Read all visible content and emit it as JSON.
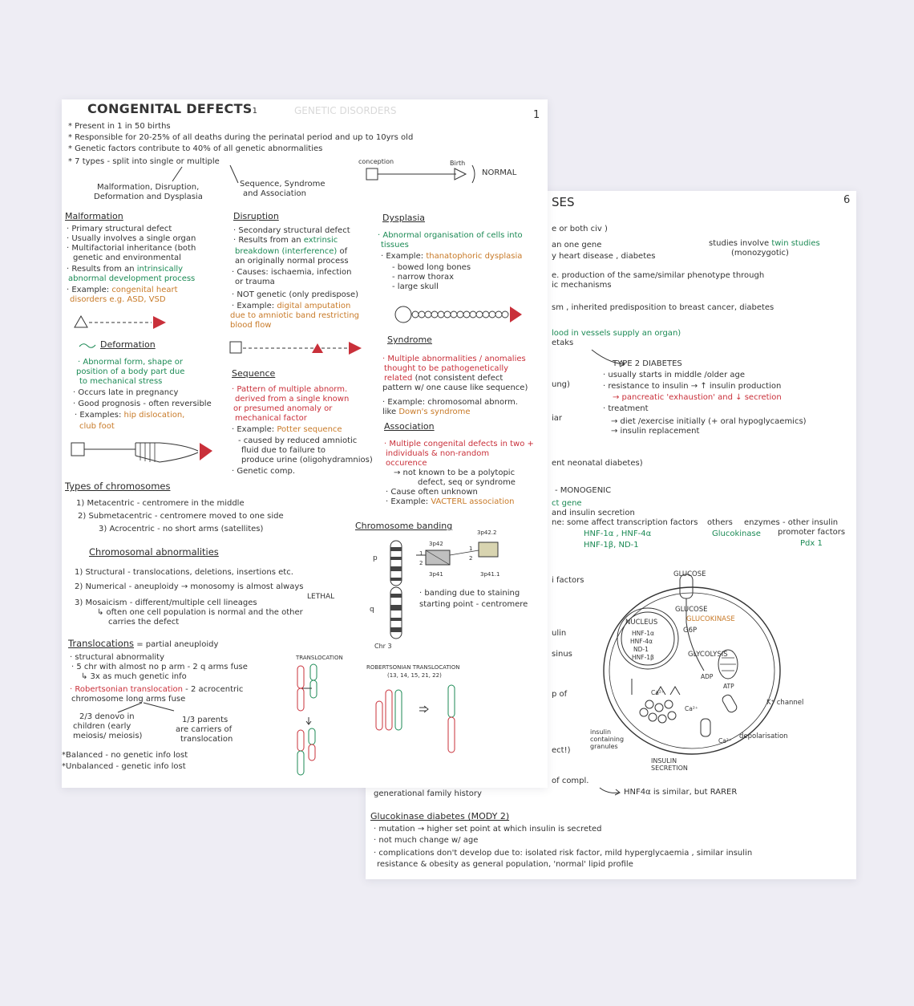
{
  "back": {
    "heading": "SES",
    "page_num": "6",
    "lines": [
      {
        "text": "e or both civ )",
        "c": ""
      },
      {
        "text": "an one gene",
        "c": ""
      },
      {
        "text": "y heart disease , diabetes",
        "c": ""
      },
      {
        "text": "e. production of the same/similar phenotype through",
        "c": ""
      },
      {
        "text": "ic mechanisms",
        "c": ""
      },
      {
        "text": "sm , inherited predisposition to breast cancer, diabetes",
        "c": ""
      },
      {
        "text": "lood in vessels supply an organ)",
        "c": "grn"
      },
      {
        "text": "etaks",
        "c": ""
      },
      {
        "text": "ung)",
        "c": ""
      },
      {
        "text": "iar",
        "c": ""
      },
      {
        "text": "ent neonatal diabetes)",
        "c": ""
      },
      {
        "text": "- MONOGENIC",
        "c": ""
      },
      {
        "text": "ct gene",
        "c": "grn"
      },
      {
        "text": "and insulin secretion",
        "c": ""
      },
      {
        "text": "ne: some affect transcription factors",
        "c": ""
      },
      {
        "text": "i factors",
        "c": ""
      },
      {
        "text": "ulin",
        "c": ""
      },
      {
        "text": "sinus",
        "c": ""
      },
      {
        "text": "p of",
        "c": ""
      },
      {
        "text": "ect!)",
        "c": ""
      },
      {
        "text": "of compl.",
        "c": ""
      }
    ],
    "twin": {
      "l1": "studies involve",
      "l1g": "twin studies",
      "l2": "(monozygotic)"
    },
    "t2d": {
      "title": "TYPE 2 DIABETES",
      "l1": "· usually starts in middle /older age",
      "l2": "· resistance to insulin → ↑ insulin production",
      "l3": "→ pancreatic 'exhaustion' and ↓ secretion",
      "l4": "· treatment",
      "l5": "→ diet /exercise initially (+ oral hypoglycaemics)",
      "l6": "→ insulin replacement"
    },
    "factors": {
      "others": "others",
      "enzymes": "enzymes - other insulin",
      "promoter": "promoter factors",
      "hnf1": "HNF-1α , HNF-4α",
      "hnf2": "HNF-1β, ND-1",
      "glucokinase": "Glucokinase",
      "pdx": "Pdx 1"
    },
    "cell": {
      "glucose_top": "GLUCOSE",
      "glucose2": "GLUCOSE",
      "glucokinase": "GLUCOKINASE",
      "g6p": "G6P",
      "glycolysis": "GLYCOLYSIS",
      "nucleus": "NUCLEUS",
      "n1": "HNF-1α",
      "n2": "HNF-4α",
      "n3": "ND-1",
      "n4": "HNF-1β",
      "ca_stores": "Ca²⁺",
      "atp": "ATP",
      "adp": "ADP",
      "k_channel": "K⁺ channel",
      "ca1": "Ca²⁺",
      "ca2": "Ca²⁺",
      "depol": "depolarisation",
      "insulin_granules": "insulin containing granules",
      "insulin_secretion": "INSULIN SECRETION"
    },
    "bottom": {
      "l0": "generational family history",
      "arrow": "HNF4α is similar, but RARER",
      "gl_head": "Glucokinase diabetes (MODY 2)",
      "g1": "· mutation → higher set point at which insulin is secreted",
      "g2": "· not much change w/ age",
      "g3": "· complications don't develop due to: isolated risk factor, mild hyperglycaemia , similar insulin",
      "g4": "resistance & obesity as general population, 'normal' lipid profile"
    }
  },
  "front": {
    "title": "CONGENITAL DEFECTS",
    "title_sub": "1",
    "page_num": "1",
    "ghost_title": "GENETIC DISORDERS",
    "intro": [
      "* Present in 1 in 50 births",
      "* Responsible for 20-25% of all deaths during the perinatal period and up to 10yrs old",
      "* Genetic factors contribute to 40% of all genetic abnormalities",
      "* 7 types - split into single or multiple"
    ],
    "types_single": "Malformation, Disruption,",
    "types_single2": "Deformation and Dysplasia",
    "types_multi": "Sequence, Syndrome",
    "types_multi2": "and Association",
    "conception": "conception",
    "birth": "Birth",
    "normal": "NORMAL",
    "malformation": {
      "head": "Malformation",
      "l1": "· Primary structural defect",
      "l2": "· Usually involves a single organ",
      "l3": "· Multifactorial inheritance (both",
      "l4": "genetic and environmental",
      "l5": "· Results from an",
      "l5g": "intrinsically",
      "l6g": "abnormal development process",
      "l7": "· Example:",
      "l7o": "congenital heart",
      "l8o": "disorders e.g. ASD, VSD"
    },
    "disruption": {
      "head": "Disruption",
      "l1": "· Secondary structural defect",
      "l2": "· Results from an",
      "l2g": "extrinsic",
      "l3g": "breakdown (interference)",
      "l3": "of",
      "l4": "an originally normal process",
      "l5": "· Causes: ischaemia, infection",
      "l6": "or trauma",
      "l7": "· NOT genetic (only predispose)",
      "l8": "· Example:",
      "l8o": "digital amputation",
      "l9o": "due to amniotic band restricting",
      "l10o": "blood flow"
    },
    "dysplasia": {
      "head": "Dysplasia",
      "l1g": "· Abnormal organisation of cells into",
      "l2g": "tissues",
      "l3": "· Example:",
      "l3o": "thanatophoric dysplasia",
      "l4": "- bowed long bones",
      "l5": "- narrow thorax",
      "l6": "- large skull"
    },
    "deformation": {
      "head": "Deformation",
      "l1g": "· Abnormal form, shape or",
      "l2g": "position of a body part due",
      "l3g": "to mechanical stress",
      "l4": "· Occurs late in pregnancy",
      "l5": "· Good prognosis - often reversible",
      "l6": "· Examples:",
      "l6o": "hip dislocation,",
      "l7o": "club foot"
    },
    "sequence": {
      "head": "Sequence",
      "l1r": "· Pattern of multiple abnorm.",
      "l2r": "derived from a single known",
      "l3r": "or presumed anomaly or",
      "l4r": "mechanical factor",
      "l5": "· Example:",
      "l5o": "Potter sequence",
      "l6": "- caused by reduced amniotic",
      "l7": "fluid due to failure to",
      "l8": "produce urine (oligohydramnios)",
      "l9": "· Genetic comp."
    },
    "syndrome": {
      "head": "Syndrome",
      "l1r": "· Multiple abnormalities / anomalies",
      "l2r": "thought to be pathogenetically",
      "l3r": "related",
      "l3": "(not consistent defect",
      "l4": "pattern w/ one cause like sequence)",
      "l5": "· Example: chromosomal abnorm.",
      "l6": "like",
      "l6o": "Down's syndrome"
    },
    "association": {
      "head": "Association",
      "l1r": "· Multiple congenital defects in two +",
      "l2r": "individuals & non-random",
      "l3r": "occurence",
      "l4": "→ not known to be a polytopic",
      "l5": "defect, seq or syndrome",
      "l6": "· Cause often unknown",
      "l7": "· Example:",
      "l7o": "VACTERL association"
    },
    "chromosomes": {
      "head": "Types of chromosomes",
      "l1": "1) Metacentric - centromere in the middle",
      "l2": "2) Submetacentric - centromere moved to one side",
      "l3": "3) Acrocentric - no short arms (satellites)"
    },
    "abnormalities": {
      "head": "Chromosomal abnormalities",
      "l1": "1) Structural - translocations, deletions, insertions etc.",
      "l2": "2) Numerical - aneuploidy → monosomy is almost always",
      "lethal": "LETHAL",
      "l3": "3) Mosaicism - different/multiple cell lineages",
      "l4": "↳ often one cell population is normal and the other",
      "l5": "carries the defect"
    },
    "translocations": {
      "head": "Translocations",
      "head2": "= partial aneuploidy",
      "l1": "· structural abnormality",
      "l2": "· 5 chr with almost no p arm - 2 q arms fuse",
      "l3": "↳ 3x as much genetic info",
      "l4r": "· Robertsonian translocation",
      "l4": "- 2 acrocentric",
      "l5": "chromosome long arms fuse",
      "dn1": "2/3 denovo in",
      "dn2": "children (early",
      "dn3": "meiosis/ meiosis)",
      "pa1": "1/3 parents",
      "pa2": "are carriers of",
      "pa3": "translocation",
      "bal": "*Balanced - no genetic info lost",
      "unbal": "*Unbalanced - genetic info lost",
      "transloc_label": "TRANSLOCATION"
    },
    "banding": {
      "head": "Chromosome banding",
      "p": "p",
      "q": "q",
      "chr": "Chr 3",
      "b1": "3p42",
      "b2": "3p41",
      "b3": "3p42.2",
      "b4": "3p41.1",
      "n1": "1",
      "n2": "2",
      "n3": "1",
      "n4": "2",
      "desc1": "· banding due to staining",
      "desc2": "starting point - centromere",
      "robert": "ROBERTSONIAN TRANSLOCATION",
      "robert2": "(13, 14, 15, 21, 22)"
    }
  },
  "colors": {
    "green": "#1c8a55",
    "red": "#c9303a",
    "orange": "#c87a28",
    "ink": "#333333",
    "background": "#eeedf4"
  }
}
